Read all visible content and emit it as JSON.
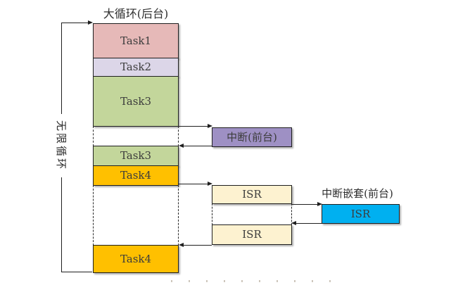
{
  "diagram_type": "foreground-background (super-loop) scheduling diagram",
  "colors": {
    "task1_fill": "#e6b9b8",
    "task2_fill": "#dcd6e8",
    "task3_fill": "#c3d69b",
    "task4_fill": "#ffc000",
    "interrupt_fill": "#9e90c4",
    "isr_fill": "#fdf2d0",
    "nested_isr_fill": "#00b0f0",
    "line": "#1f1f1f",
    "background": "#ffffff"
  },
  "background": {
    "title": "大循环(后台)",
    "loop_label": "无限循环",
    "boxes": [
      {
        "id": "task1",
        "label": "Task1"
      },
      {
        "id": "task2",
        "label": "Task2"
      },
      {
        "id": "task3",
        "label": "Task3"
      },
      {
        "id": "task3-resume",
        "label": "Task3"
      },
      {
        "id": "task4",
        "label": "Task4"
      },
      {
        "id": "task4-resume",
        "label": "Task4"
      }
    ]
  },
  "foreground": {
    "interrupt_label": "中断(前台)",
    "isr_first": "ISR",
    "isr_second": "ISR",
    "nested": {
      "title": "中断嵌套(前台)",
      "isr_label": "ISR"
    }
  }
}
